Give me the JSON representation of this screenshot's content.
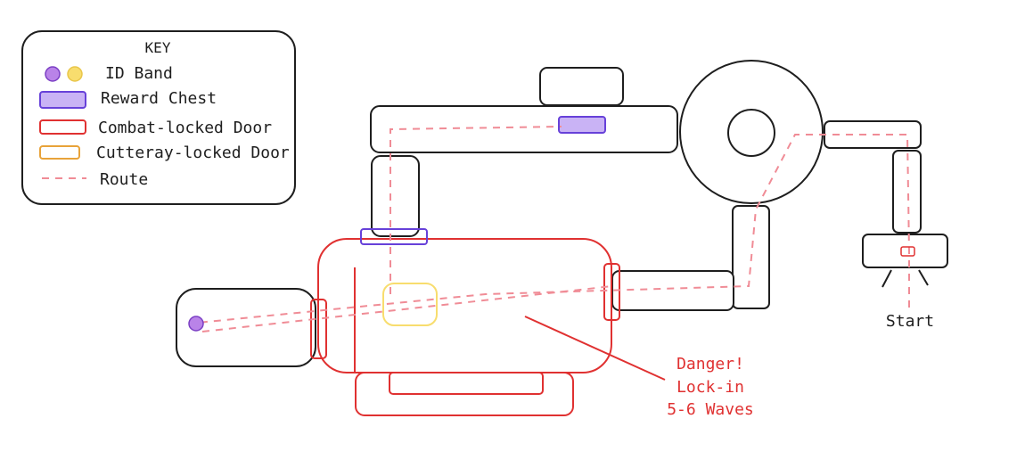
{
  "key": {
    "title": "KEY",
    "items": [
      {
        "label": "ID Band",
        "icon": "id-band-icon"
      },
      {
        "label": "Reward Chest",
        "icon": "reward-chest-icon"
      },
      {
        "label": "Combat-locked Door",
        "icon": "combat-door-icon"
      },
      {
        "label": "Cutteray-locked Door",
        "icon": "cutteray-door-icon"
      },
      {
        "label": "Route",
        "icon": "route-line-icon"
      }
    ]
  },
  "annotations": {
    "start": "Start",
    "danger_line1": "Danger!",
    "danger_line2": "Lock-in",
    "danger_line3": "5-6 Waves"
  },
  "colors": {
    "outline": "#1e1e1e",
    "id_band_purple": "#b983e8",
    "id_band_yellow": "#f8dd6e",
    "reward_chest_fill": "#c9b3f5",
    "reward_chest_stroke": "#6741d9",
    "combat_door": "#e03131",
    "cutteray_door": "#f5d76e",
    "route": "#f08c96",
    "danger_text": "#e03131"
  }
}
